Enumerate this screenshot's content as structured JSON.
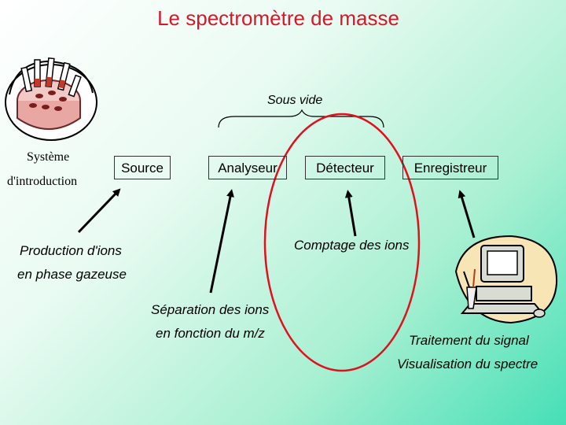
{
  "title": "Le spectromètre de masse",
  "intro_line1": "Système",
  "intro_line2": "d'introduction",
  "vacuum_label": "Sous vide",
  "boxes": {
    "source": "Source",
    "analyzer": "Analyseur",
    "detector": "Détecteur",
    "recorder": "Enregistreur"
  },
  "captions": {
    "production_1": "Production d'ions",
    "production_2": "en phase gazeuse",
    "separation_1": "Séparation des ions",
    "separation_2": "en fonction du m/z",
    "counting": "Comptage des ions",
    "processing_1": "Traitement du signal",
    "processing_2": "Visualisation du spectre"
  },
  "colors": {
    "title": "#d6182b",
    "highlight_ellipse": "#e0101e",
    "background_accent": "#46dfb6"
  },
  "icons": [
    "sample-tray-icon",
    "computer-icon"
  ]
}
